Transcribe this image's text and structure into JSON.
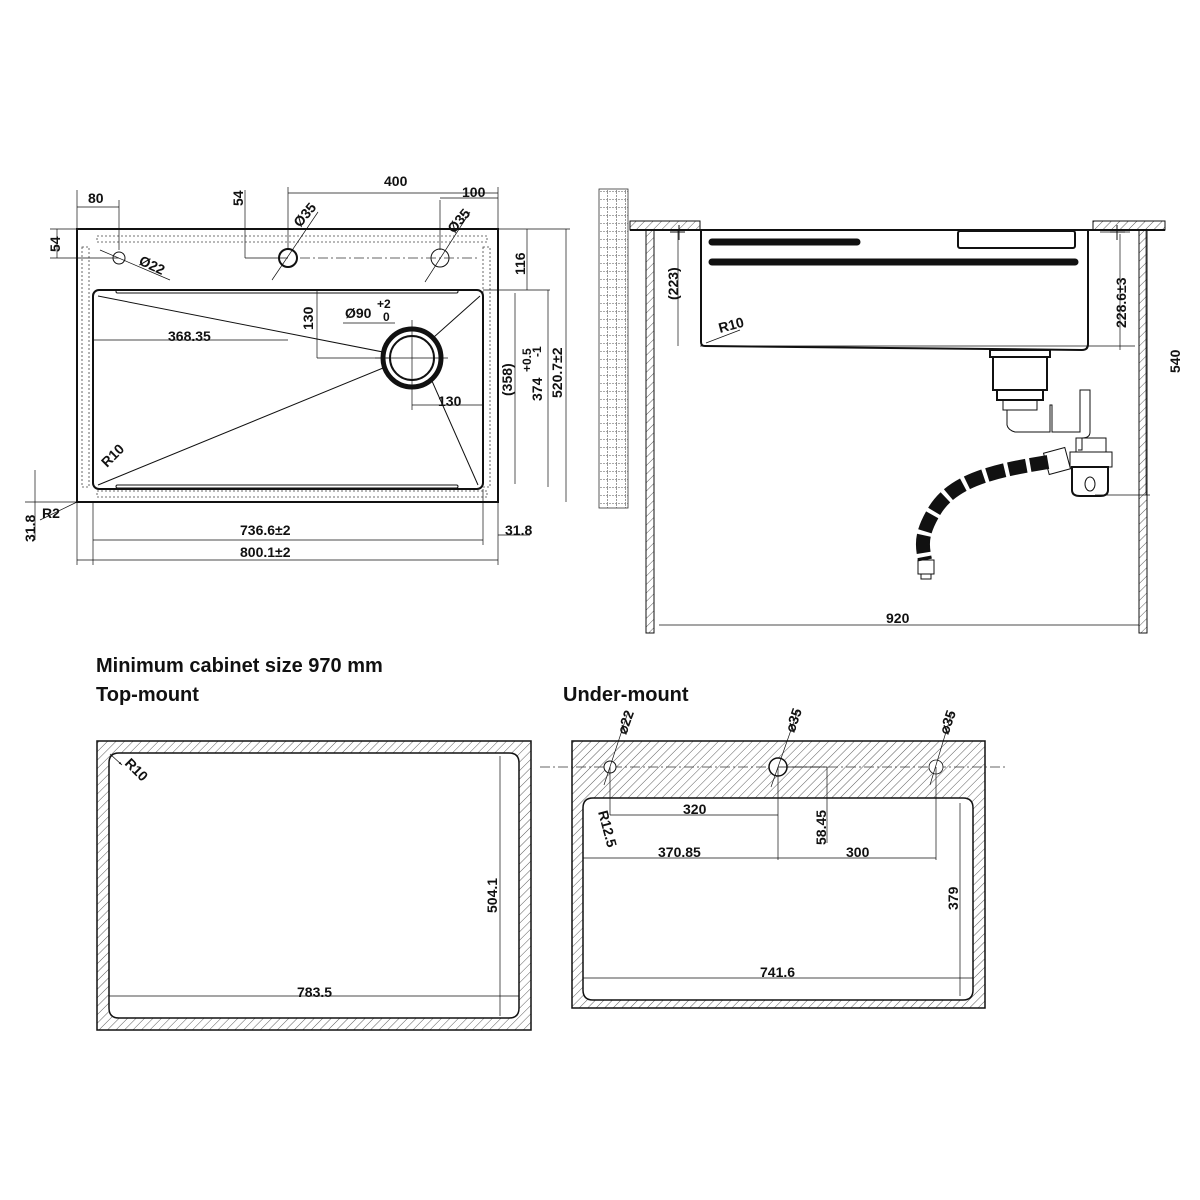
{
  "headings": {
    "cabinet": "Minimum cabinet size 970 mm",
    "top_mount": "Top-mount",
    "under_mount": "Under-mount"
  },
  "top_view": {
    "d80": "80",
    "d400": "400",
    "d100": "100",
    "d54_left": "54",
    "d54_mid": "54",
    "d35_a": "Ø35",
    "d35_b": "Ø35",
    "d22": "Ø22",
    "d116": "116",
    "d130_v": "130",
    "d90": "Ø90",
    "tol_plus2": "+2",
    "tol_0": "0",
    "d368": "368.35",
    "d130_h": "130",
    "d358": "(358)",
    "d374": "374",
    "tol_p05": "+0.5",
    "tol_m1": "-1",
    "d520": "520.7±2",
    "r10": "R10",
    "r2": "R2",
    "d31_8_v": "31.8",
    "d736": "736.6±2",
    "d31_8_h": "31.8",
    "d800": "800.1±2"
  },
  "side_view": {
    "d223": "(223)",
    "r10": "R10",
    "d228": "228.6±3",
    "d540": "540",
    "d920": "920"
  },
  "top_mount": {
    "r10": "R10",
    "d504": "504.1",
    "d783": "783.5"
  },
  "under_mount": {
    "d22": "⌀22",
    "d35_a": "⌀35",
    "d35_b": "⌀35",
    "r12_5": "R12.5",
    "d320": "320",
    "d58_45": "58.45",
    "d370_85": "370.85",
    "d300": "300",
    "d379": "379",
    "d741_6": "741.6"
  }
}
